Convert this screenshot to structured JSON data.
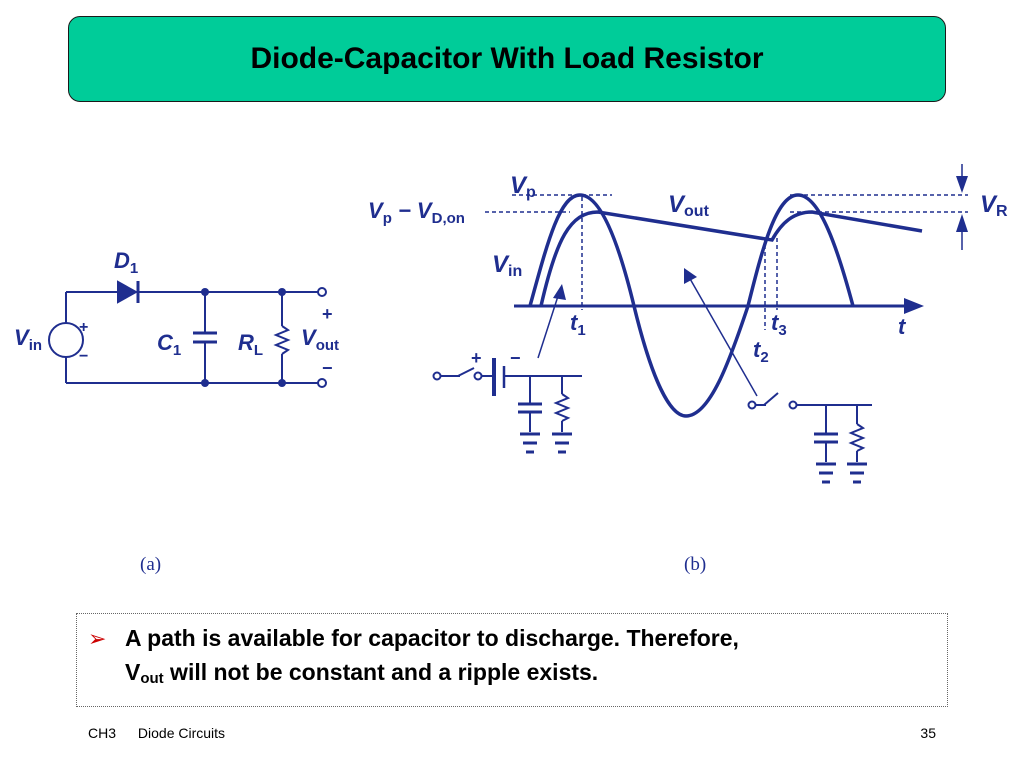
{
  "header": {
    "title": "Diode-Capacitor With Load Resistor"
  },
  "circuit_a": {
    "d1_main": "D",
    "d1_sub": "1",
    "c1_main": "C",
    "c1_sub": "1",
    "rl_main": "R",
    "rl_sub": "L",
    "vin_main": "V",
    "vin_sub": "in",
    "vout_main": "V",
    "vout_sub": "out",
    "plus": "+",
    "minus": "−",
    "caption": "(a)"
  },
  "waveform_b": {
    "vp_main": "V",
    "vp_sub": "p",
    "vpd_main": "V",
    "vpd_p": "p",
    "vpd_dash": " − V",
    "vpd_sub": "D,on",
    "vout_main": "V",
    "vout_sub": "out",
    "vin_main": "V",
    "vin_sub": "in",
    "vr_main": "V",
    "vr_sub": "R",
    "t1_main": "t",
    "t1_sub": "1",
    "t2_main": "t",
    "t2_sub": "2",
    "t3_main": "t",
    "t3_sub": "3",
    "t_axis": "t",
    "plus": "+",
    "minus": "−",
    "caption": "(b)"
  },
  "note": {
    "bullet": "➢",
    "line1": "A path is available for capacitor to discharge.  Therefore,",
    "line2_v": "V",
    "line2_sub": "out",
    "line2_rest": " will not be constant and a ripple exists."
  },
  "footer": {
    "chapter": "CH3",
    "section": "Diode Circuits",
    "page": "35"
  },
  "colors": {
    "title_bg": "#00cc99",
    "circuit": "#1f2e8f",
    "bullet": "#cc0000"
  }
}
